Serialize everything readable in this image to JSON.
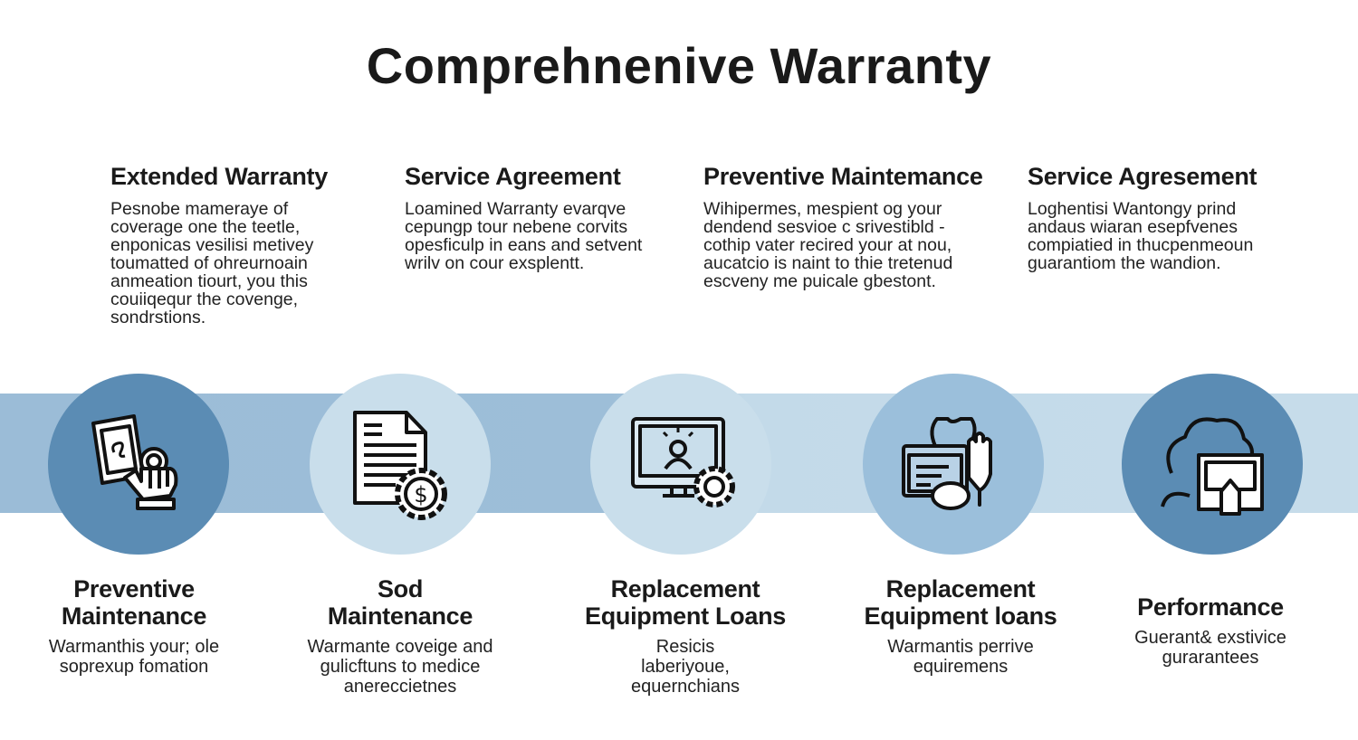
{
  "title": "Comprehnenive Warranty",
  "colors": {
    "band_left": "#9bbcd7",
    "band_right": "#c6dcea",
    "circle_dark": "#5b8cb4",
    "circle_light": "#c9deeb",
    "circle_mid": "#9bbfdb",
    "ink": "#1a1a1a"
  },
  "top_columns": [
    {
      "heading": "Extended Warranty",
      "text": "Pesnobe mamerayе of coverage one the teetle, enponicas vesilisi metivey toumatted of ohreurnoain anmeation tiourt, you this couiiqequr the covenge, sondrstions."
    },
    {
      "heading": "Service Agreement",
      "text": "Loamined Warranty evarqve cepungp tour nebene corvits opesficulp in eans and setvent wrilv on cour exsplentt."
    },
    {
      "heading": "Preventive Maintemance",
      "text": "Wihipermes, mespient og your dendend sesvioe c srivestibld - cothip vater recired your at nou, aucatcio is naint to thie tretenud escveny me puicale gbestont."
    },
    {
      "heading": "Service Agresement",
      "text": "Loghentisi Wantongy prind andaus wiaran esepfvenes compiatied in thucpenmeoun guarantiom the wandion."
    }
  ],
  "steps": [
    {
      "heading": "Preventive Maintenance",
      "text": "Warmanthis your; ole soprexup fomation",
      "icon": "document-lock-hand-icon"
    },
    {
      "heading": "Sod Maintenance",
      "text": "Warmante coveige and gulicftuns to medice anereccietnes",
      "icon": "document-dollar-gear-icon"
    },
    {
      "heading": "Replacement Equipment Loans",
      "text": "Resicis laberiyoue, equеrnchians",
      "icon": "monitor-gear-icon"
    },
    {
      "heading": "Replacement Equipment loans",
      "text": "Warmantis perrive equiremens",
      "icon": "card-piggybank-hand-icon"
    },
    {
      "heading": "Performance",
      "text": "Guerant& exstivice gurarantees",
      "icon": "cloud-monitor-icon"
    }
  ]
}
